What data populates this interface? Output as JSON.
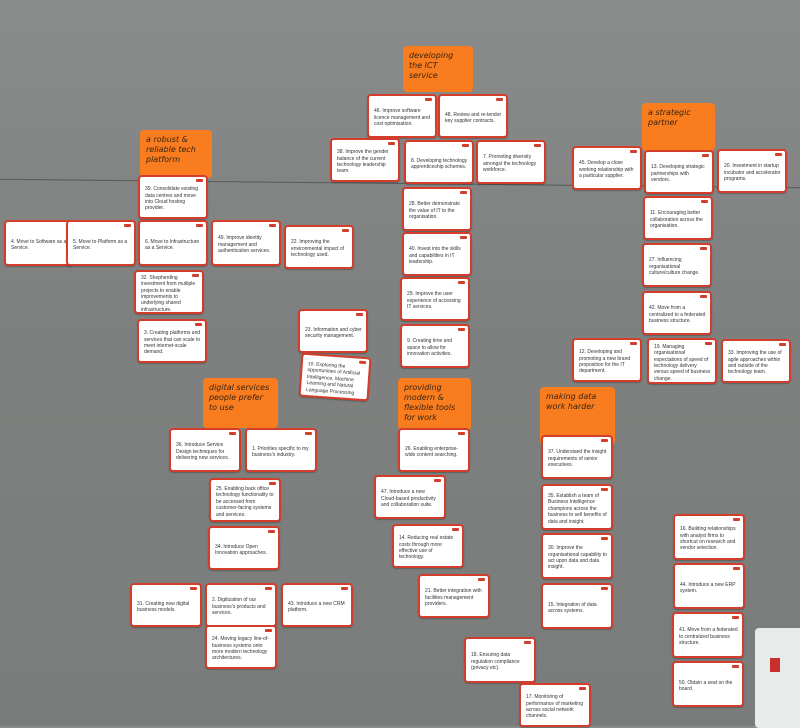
{
  "themes": {
    "ict_service": "developing the ICT service",
    "strategic_partner": "a strategic partner",
    "robust_platform": "a robust & reliable tech platform",
    "digital_services": "digital services people prefer to use",
    "modern_tools": "providing modern & flexible tools for work",
    "data": "making data work harder"
  },
  "cards": {
    "c46": "46. Improve software licence management and cost optimisation.",
    "c48": "48. Review and re-tender key supplier contracts.",
    "c38": "38. Improve the gender balance of the current technology leadership team.",
    "c8": "8. Developing technology apprenticeship schemes.",
    "c7": "7. Promoting diversity amongst the technology workforce.",
    "c28": "28. Better demonstrate the value of IT to the organisation.",
    "c40": "40. Invest into the skills and capabilities in IT leadership.",
    "c29": "29. Improve the user experience of accessing IT services.",
    "c9": "9. Creating time and space to allow for innovation activities.",
    "c39": "39. Consolidate existing data centres and move into Cloud hosting provider.",
    "c4": "4. Move to Software as a Service.",
    "c5": "5. Move to Platform as a Service.",
    "c6": "6. Move to Infrastructure as a Service.",
    "c49": "49. Improve identity management and authentication services.",
    "c22": "22. Improving the environmental impact of technology used.",
    "c32": "32. Shepherding investment from multiple projects to enable improvements to underlying shared infrastructure.",
    "c3": "3. Creating platforms and services that can scale to meet internet-scale demand.",
    "c23": "23. Information and cyber security management.",
    "c10": "10. Exploring the opportunities of Artificial Intelligence, Machine Learning and Natural Language Processing",
    "c45": "45. Develop a close working relationship with a particular supplier.",
    "c13": "13. Developing strategic partnerships with vendors.",
    "c20": "20. Investment in startup incubator and accelerator programs.",
    "c11": "11. Encouraging better collaboration across the organisation.",
    "c27": "27. Influencing organisational culture/culture change.",
    "c42": "42. Move from a centralized to a federated business structure.",
    "c12": "12. Developing and promoting a new brand proposition for the IT department.",
    "c19": "19. Managing organisational expectations of speed of technology delivery versus speed of business change.",
    "c33": "33. Improving the use of agile approaches within and outside of the technology team.",
    "c36": "36. Introduce Service Design techniques for delivering new services.",
    "c1": "1. Priorities specific to my business's industry.",
    "c26": "26. Enabling enterprise-wide content searching.",
    "c37": "37. Understand the insight requirements of senior executives.",
    "c25": "25. Enabling back office technology functionality to be accessed from customer-facing systems and services.",
    "c47": "47. Introduce a new Cloud-based productivity and collaboration suite.",
    "c35": "35. Establish a team of Business Intelligence champions across the business to sell benefits of data and insight.",
    "c14": "14. Reducing real estate costs through more effective use of technology.",
    "c34": "34. Introduce Open Innovation approaches.",
    "c30": "30. Improve the organisational capability to act upon data and data insight.",
    "c16": "16. Building relationships with analyst firms to shortcut on research and vendor selection.",
    "c44": "44. Introduce a new ERP system.",
    "c31": "31. Creating new digital business models.",
    "c2": "2. Digitization of our business's products and services.",
    "c43": "43. Introduce a new CRM platform.",
    "c21": "21. Better integration with facilities management providers.",
    "c15": "15. Integration of data across systems.",
    "c41": "41. Move from a federated to centralized business structure.",
    "c24": "24. Moving legacy line-of-business systems onto more modern technology architectures.",
    "c18": "18. Ensuring data regulation compliance (privacy etc).",
    "c50": "50. Obtain a seat on the board.",
    "c17": "17. Monitoring of performance of marketing across social network channels."
  }
}
